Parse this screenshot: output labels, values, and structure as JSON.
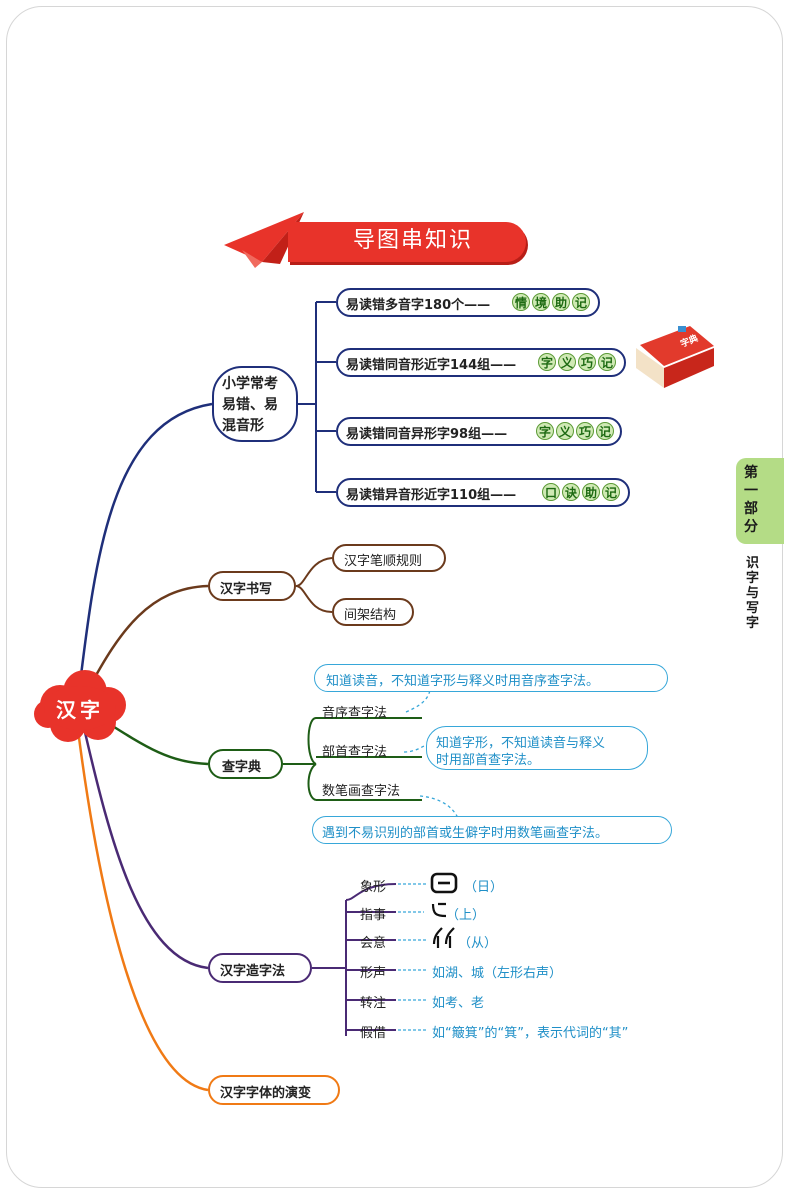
{
  "title": "导图串知识",
  "center": "汉字",
  "side_tab": {
    "part": "第一部分",
    "topic": "识字与写字"
  },
  "branches": {
    "b1": {
      "label_lines": [
        "小学常考",
        "易错、易",
        "混音形"
      ],
      "items": [
        {
          "text": "易读错多音字180个——",
          "badge": [
            "情",
            "境",
            "助",
            "记"
          ]
        },
        {
          "text": "易读错同音形近字144组——",
          "badge": [
            "字",
            "义",
            "巧",
            "记"
          ]
        },
        {
          "text": "易读错同音异形字98组——",
          "badge": [
            "字",
            "义",
            "巧",
            "记"
          ]
        },
        {
          "text": "易读错异音形近字110组——",
          "badge": [
            "口",
            "诀",
            "助",
            "记"
          ]
        }
      ]
    },
    "b2": {
      "label": "汉字书写",
      "items": [
        "汉字笔顺规则",
        "间架结构"
      ]
    },
    "b3": {
      "label": "查字典",
      "methods": [
        "音序查字法",
        "部首查字法",
        "数笔画查字法"
      ],
      "notes": [
        "知道读音，不知道字形与释义时用音序查字法。",
        "知道字形，不知道读音与释义",
        "时用部首查字法。",
        "遇到不易识别的部首或生僻字时用数笔画查字法。"
      ]
    },
    "b4": {
      "label": "汉字造字法",
      "methods": [
        {
          "name": "象形",
          "example": "（日）"
        },
        {
          "name": "指事",
          "example": "（上）"
        },
        {
          "name": "会意",
          "example": "（从）"
        },
        {
          "name": "形声",
          "example": "如湖、城（左形右声）"
        },
        {
          "name": "转注",
          "example": "如考、老"
        },
        {
          "name": "假借",
          "example": "如“簸箕”的“箕”，表示代词的“其”"
        }
      ]
    },
    "b5": {
      "label": "汉字字体的演变"
    }
  },
  "book_label": "字典",
  "colors": {
    "red": "#e8332a",
    "navy": "#1f2f7a",
    "brown": "#6b3a1c",
    "green": "#1e5d16",
    "purple": "#4a2a74",
    "orange": "#f07a15",
    "cyan": "#37a7d9",
    "badge": "#cfe9b4",
    "tab": "#b4dc86"
  }
}
